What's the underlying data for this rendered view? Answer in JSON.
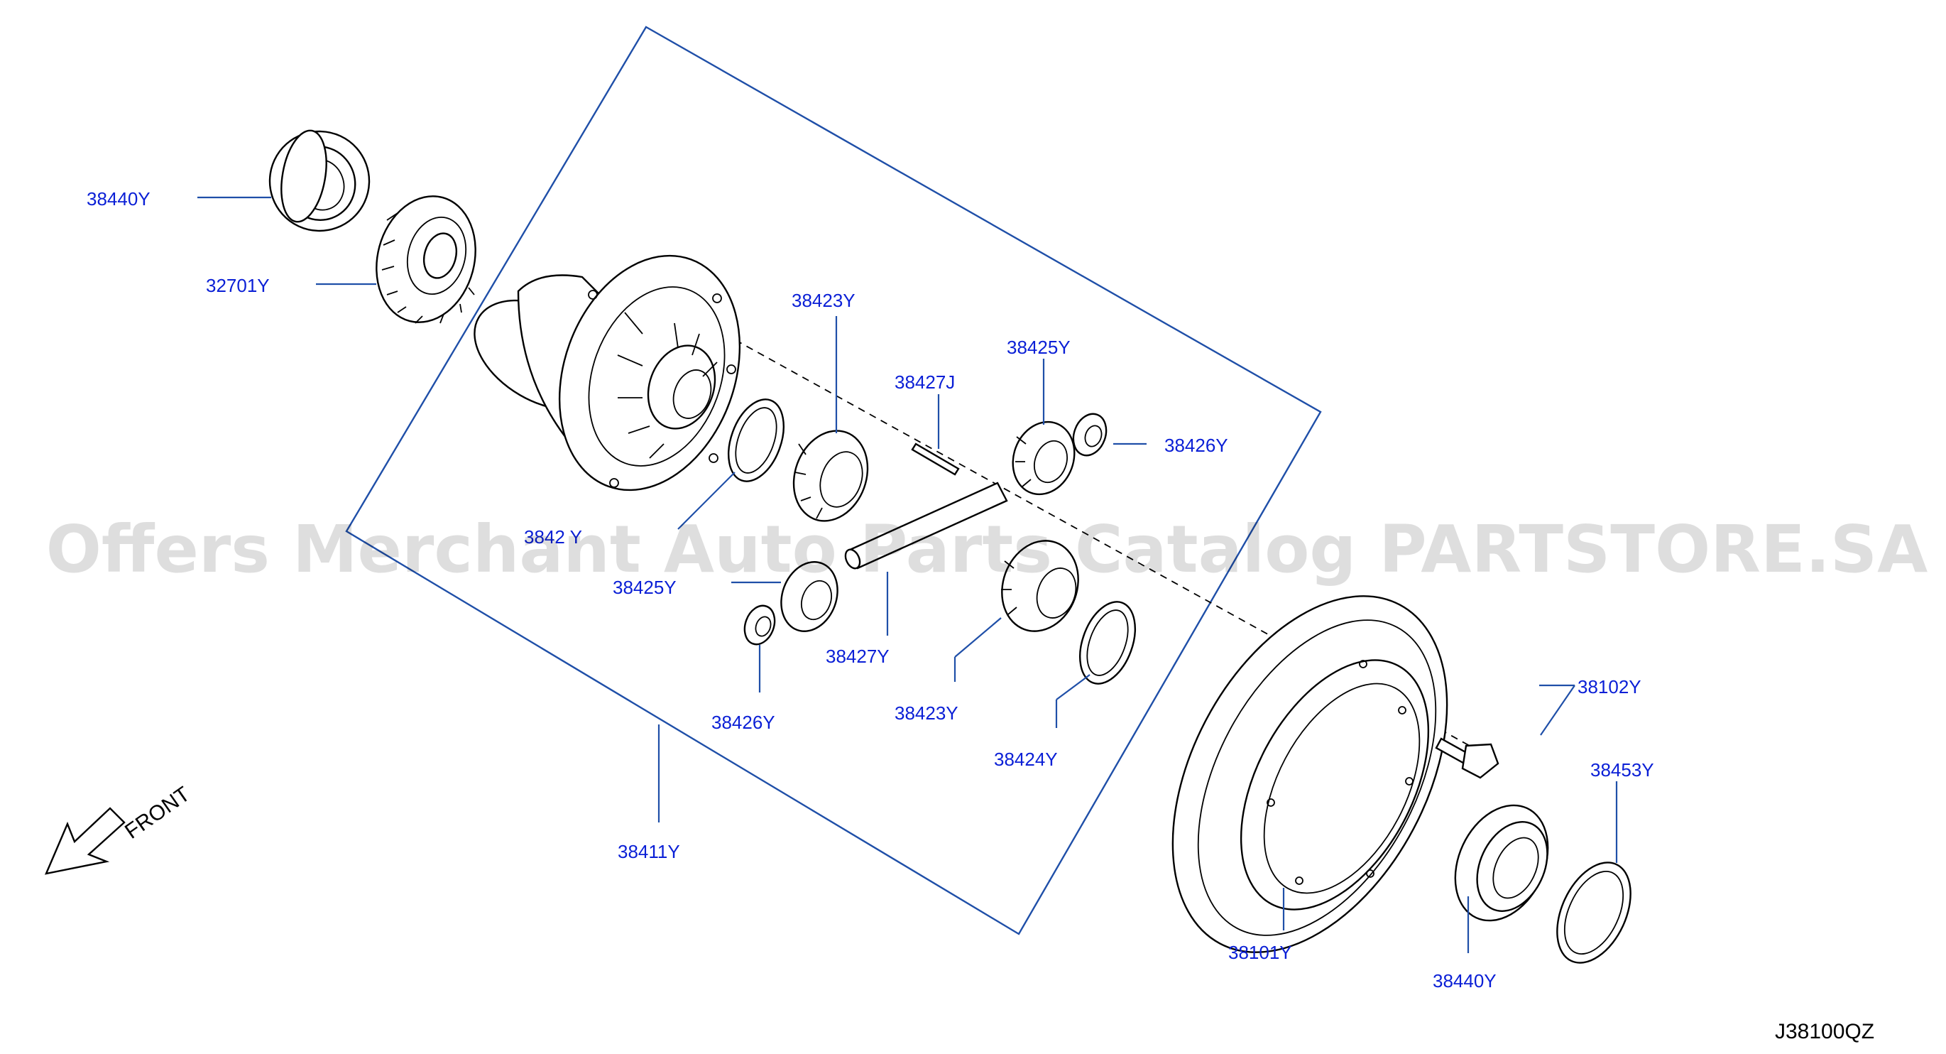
{
  "parts": [
    {
      "key": "p38440y_top",
      "label": "38440Y",
      "desc_icon": "bearing-icon"
    },
    {
      "key": "p32701y",
      "label": "32701Y",
      "desc_icon": "gear-icon"
    },
    {
      "key": "p38423y_top",
      "label": "38423Y",
      "desc_icon": "gear-icon"
    },
    {
      "key": "p38427j",
      "label": "38427J",
      "desc_icon": "pin-icon"
    },
    {
      "key": "p38425y_top",
      "label": "38425Y",
      "desc_icon": "gear-icon"
    },
    {
      "key": "p38426y_right",
      "label": "38426Y",
      "desc_icon": "washer-icon"
    },
    {
      "key": "p3842y_partial",
      "label": "3842 Y",
      "desc_icon": "washer-icon"
    },
    {
      "key": "p38425y_left",
      "label": "38425Y",
      "desc_icon": "gear-icon"
    },
    {
      "key": "p38427y",
      "label": "38427Y",
      "desc_icon": "shaft-icon"
    },
    {
      "key": "p38426y_left",
      "label": "38426Y",
      "desc_icon": "washer-icon"
    },
    {
      "key": "p38423y_bottom",
      "label": "38423Y",
      "desc_icon": "gear-icon"
    },
    {
      "key": "p38424y",
      "label": "38424Y",
      "desc_icon": "washer-icon"
    },
    {
      "key": "p38411y",
      "label": "38411Y",
      "desc_icon": "case-icon"
    },
    {
      "key": "p38102y",
      "label": "38102Y",
      "desc_icon": "bolt-icon"
    },
    {
      "key": "p38453y",
      "label": "38453Y",
      "desc_icon": "shim-icon"
    },
    {
      "key": "p38101y",
      "label": "38101Y",
      "desc_icon": "ring-gear-icon"
    },
    {
      "key": "p38440y_bottom",
      "label": "38440Y",
      "desc_icon": "bearing-icon"
    }
  ],
  "front_label": "FRONT",
  "diagram_code": "J38100QZ",
  "watermark": "Offers Merchant Auto Parts Catalog PARTSTORE.SA",
  "colors": {
    "label": "#0a1fd6",
    "leader": "#1f4fa8",
    "line": "#000000"
  }
}
